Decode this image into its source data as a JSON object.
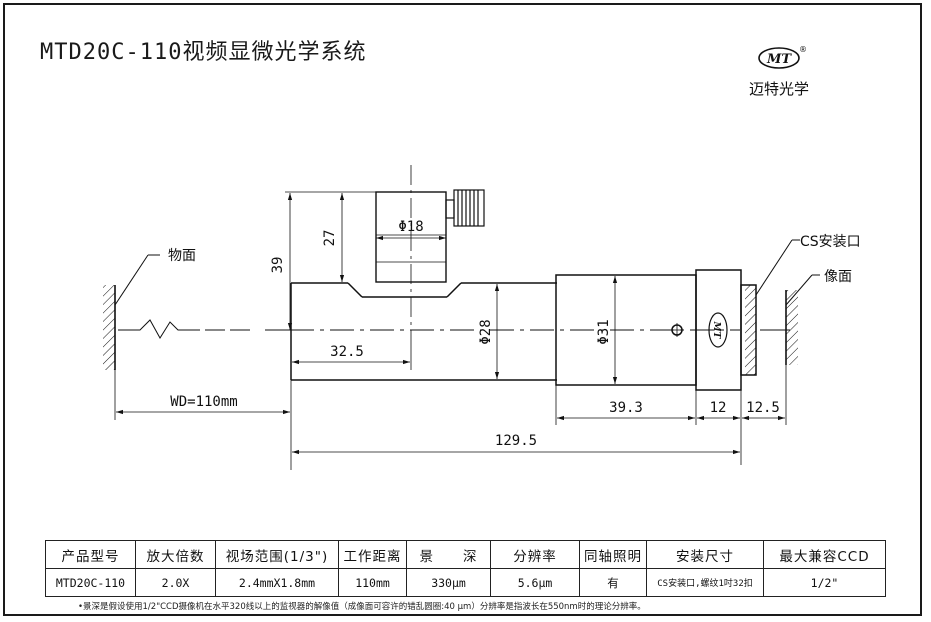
{
  "title": "MTD20C-110视频显微光学系统",
  "brand": {
    "mark": "MT",
    "registered": "®",
    "name": "迈特光学"
  },
  "drawing": {
    "labels": {
      "object_plane": "物面",
      "image_plane": "像面",
      "mount": "CS安装口",
      "barrel_mark": "MT"
    },
    "dimensions": {
      "d_top": "Φ18",
      "d_body": "Φ28",
      "d_rear": "Φ31",
      "h_39": "39",
      "h_27": "27",
      "len_32_5": "32.5",
      "wd": "WD=110mm",
      "len_39_3": "39.3",
      "len_12": "12",
      "len_12_5": "12.5",
      "len_total": "129.5"
    }
  },
  "spec_table": {
    "headers": [
      "产品型号",
      "放大倍数",
      "视场范围(1/3\")",
      "工作距离",
      "景　　深",
      "分辨率",
      "同轴照明",
      "安装尺寸",
      "最大兼容CCD"
    ],
    "values": [
      "MTD20C-110",
      "2.0X",
      "2.4mmX1.8mm",
      "110mm",
      "330μm",
      "5.6μm",
      "有",
      "CS安装口,螺纹1吋32扣",
      "1/2\""
    ]
  },
  "footnote": "•景深是假设使用1/2\"CCD摄像机在水平320线以上的监视器的解像值（成像面可容许的错乱圆圈:40 μm）分辨率是指波长在550nm时的理论分辨率。"
}
